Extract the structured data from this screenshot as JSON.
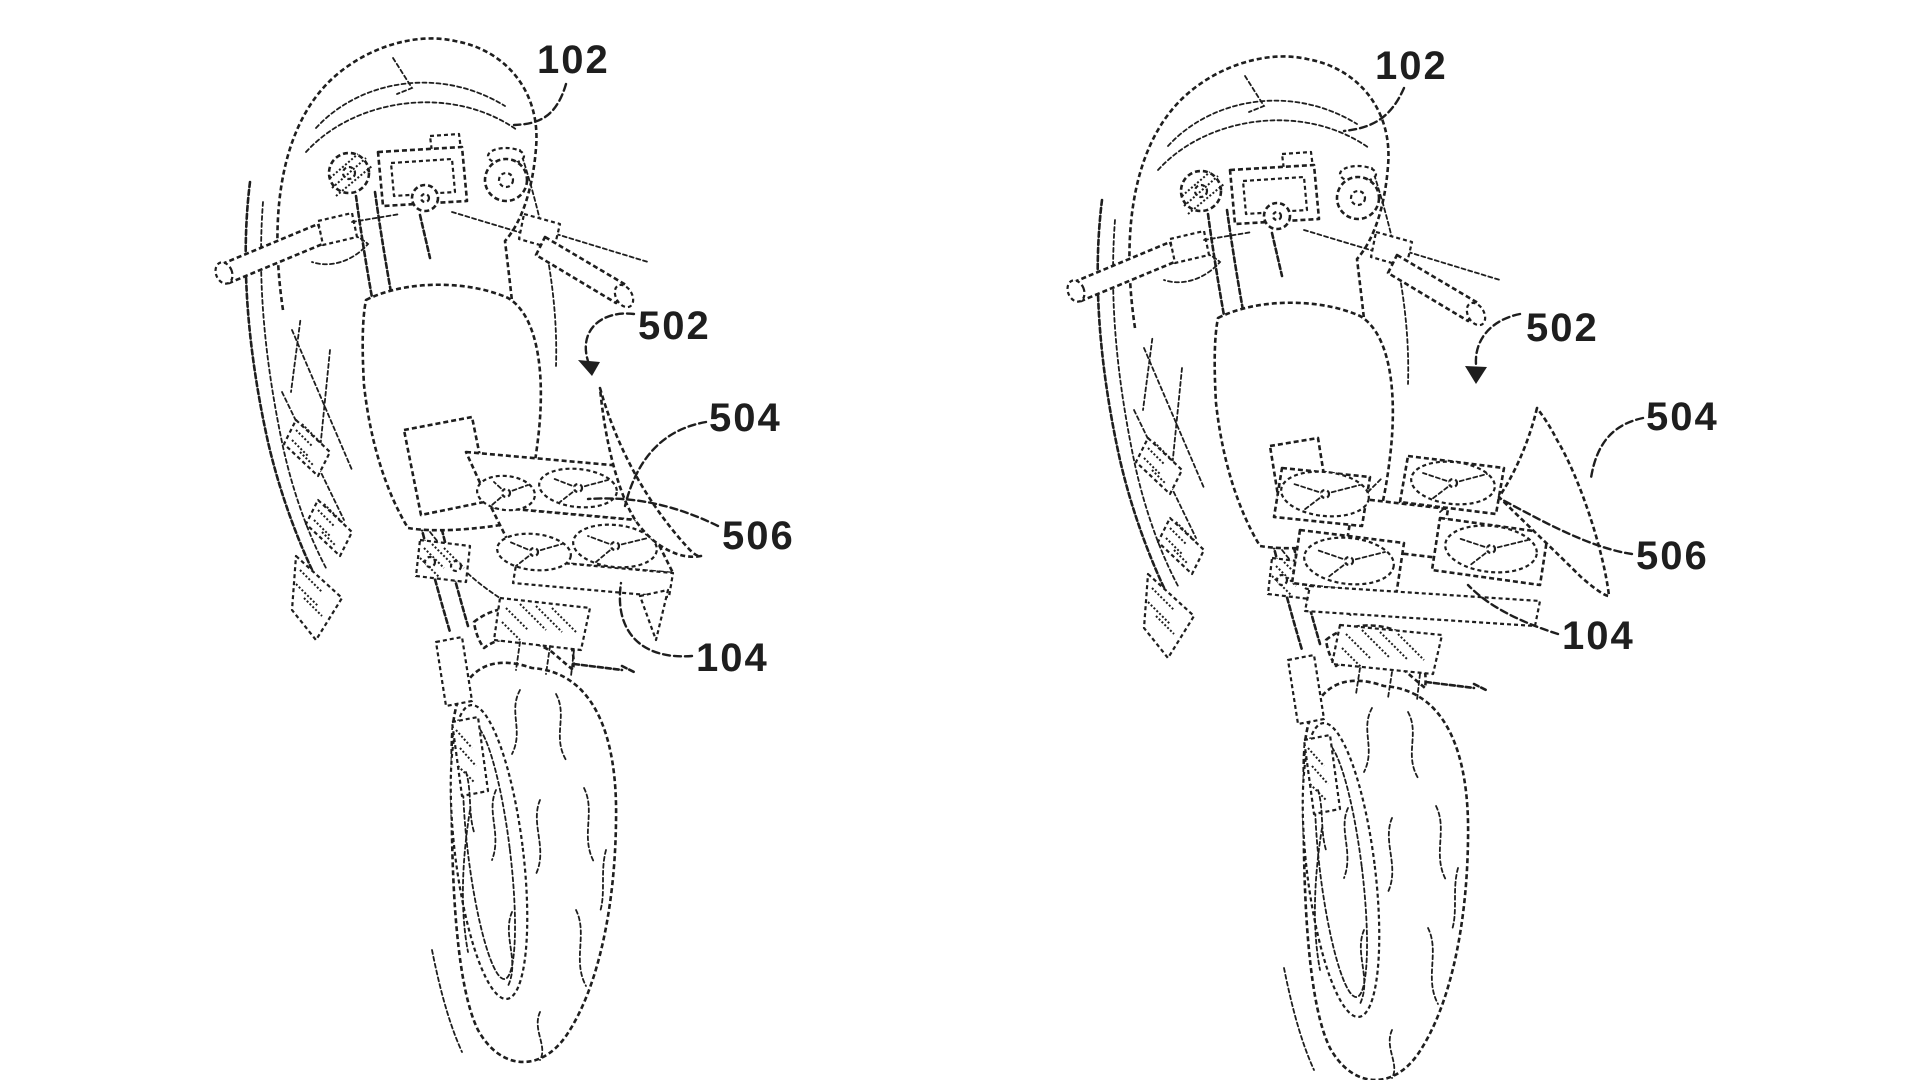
{
  "document": {
    "kind": "patent-style line drawing",
    "background_color": "#ffffff",
    "ink_color": "#1e1e1e"
  },
  "figures": [
    {
      "id": "fig-left",
      "description": "motorcycle front three-quarter view with stowed quadcopter drone on seat",
      "labels": {
        "102": "102",
        "502": "502",
        "504": "504",
        "506": "506",
        "104": "104"
      }
    },
    {
      "id": "fig-right",
      "description": "motorcycle front three-quarter view with deployed quadcopter drone on seat",
      "labels": {
        "102": "102",
        "502": "502",
        "504": "504",
        "506": "506",
        "104": "104"
      }
    }
  ]
}
